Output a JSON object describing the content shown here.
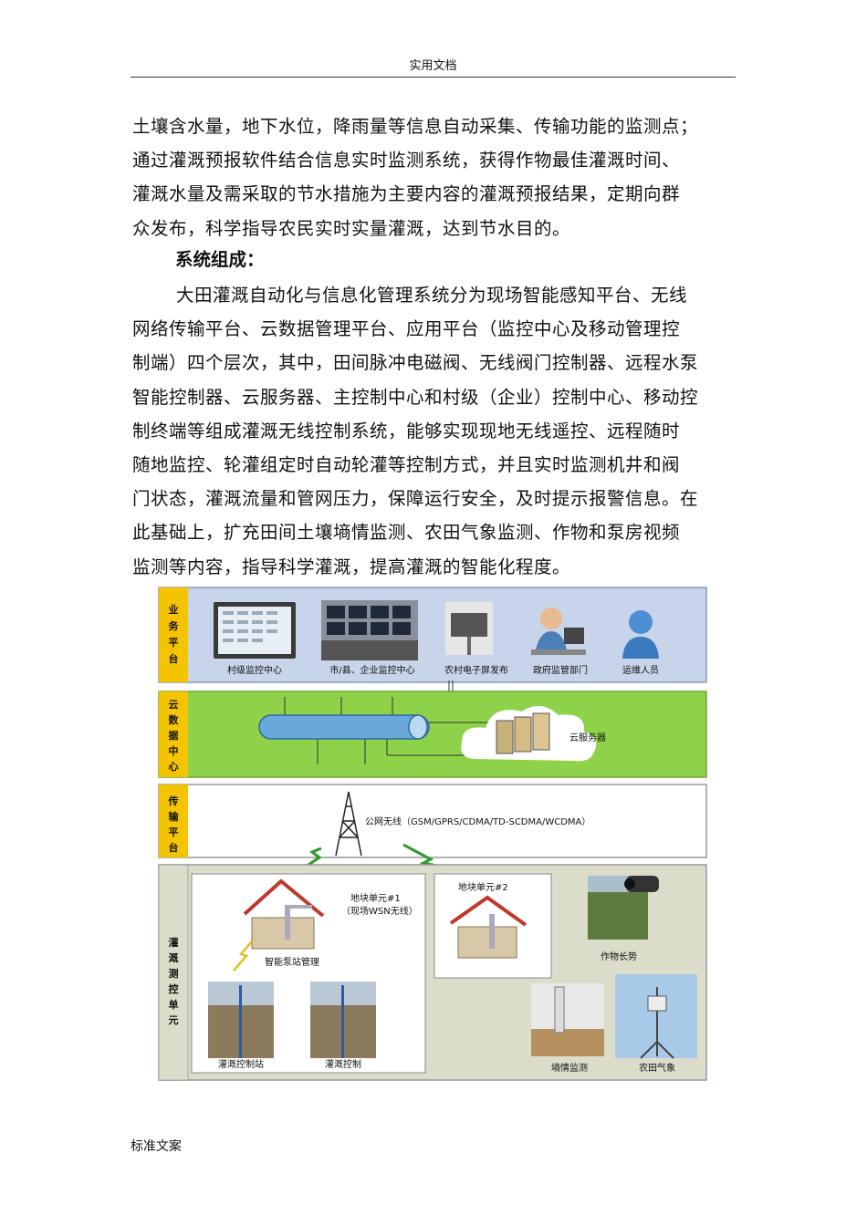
{
  "header": {
    "title": "实用文档"
  },
  "body": {
    "para1": [
      "土壤含水量，地下水位，降雨量等信息自动采集、传输功能的监测点；",
      "通过灌溉预报软件结合信息实时监测系统，获得作物最佳灌溉时间、",
      "灌溉水量及需采取的节水措施为主要内容的灌溉预报结果，定期向群",
      "众发布，科学指导农民实时实量灌溉，达到节水目的。"
    ],
    "heading": "系统组成：",
    "para2": [
      "大田灌溉自动化与信息化管理系统分为现场智能感知平台、无线",
      "网络传输平台、云数据管理平台、应用平台（监控中心及移动管理控",
      "制端）四个层次，其中，田间脉冲电磁阀、无线阀门控制器、远程水泵",
      "智能控制器、云服务器、主控制中心和村级（企业）控制中心、移动控",
      "制终端等组成灌溉无线控制系统，能够实现现地无线遥控、远程随时",
      "随地监控、轮灌组定时自动轮灌等控制方式，并且实时监测机井和阀",
      "门状态，灌溉流量和管网压力，保障运行安全，及时提示报警信息。在",
      "此基础上，扩充田间土壤墒情监测、农田气象监测、作物和泵房视频",
      "监测等内容，指导科学灌溉，提高灌溉的智能化程度。"
    ]
  },
  "diagram": {
    "layers": {
      "business": {
        "side_label": [
          "业",
          "务",
          "平",
          "台"
        ]
      },
      "cloud": {
        "side_label": [
          "云",
          "数",
          "据",
          "中",
          "心"
        ]
      },
      "transport": {
        "side_label": [
          "传",
          "输",
          "平",
          "台"
        ]
      },
      "field": {
        "side_label": [
          "灌",
          "溉",
          "测",
          "控",
          "单",
          "元"
        ]
      }
    },
    "labels": {
      "village_center": "村级监控中心",
      "city_center": "市/县、企业监控中心",
      "rural_screen": "农村电子屏发布",
      "gov_dept": "政府监管部门",
      "ops_staff": "运维人员",
      "cloud_server": "云服务器",
      "public_wireless": "公网无线（GSM/GPRS/CDMA/TD-SCDMA/WCDMA）",
      "plot1_title": "地块单元#1",
      "plot1_sub": "（现场WSN无线）",
      "plot2_title": "地块单元#2",
      "pump_station": "智能泵站管理",
      "crop_growth": "作物长势",
      "irrig_station": "灌溉控制站",
      "irrig_control": "灌溉控制",
      "soil_monitor": "墒情监测",
      "weather": "农田气象"
    },
    "colors": {
      "side_yellow": "#f5c400",
      "business_bg": "#c8d4ea",
      "cloud_bg": "#8ed24a",
      "transport_bg": "#ffffff",
      "field_bg": "#dcdccb",
      "pipe": "#5b9bd5"
    }
  },
  "footer": {
    "text": "标准文案"
  }
}
